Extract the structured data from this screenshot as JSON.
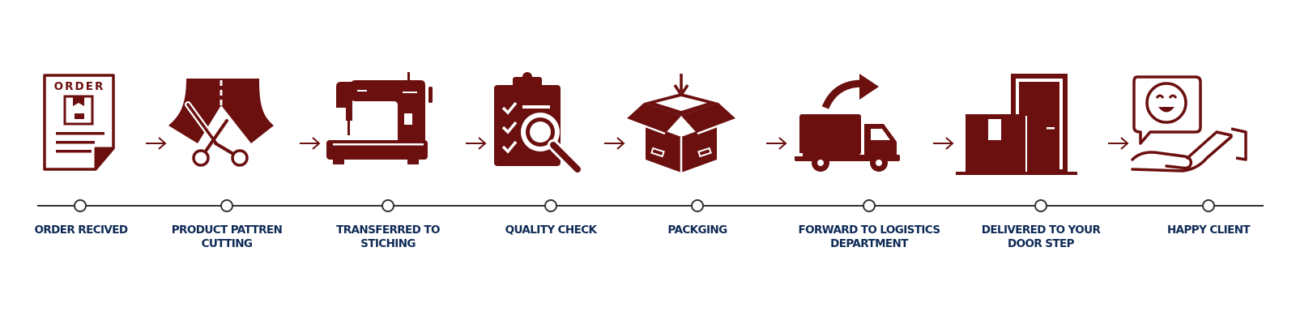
{
  "colors": {
    "icon": "#6b0f0f",
    "label": "#0e2a55",
    "line": "#333333"
  },
  "steps": [
    {
      "label": "ORDER RECIVED",
      "icon": "order-document-icon",
      "icon_text": "ORDER"
    },
    {
      "label": "PRODUCT PATTREN\nCUTTING",
      "icon": "scissors-fabric-icon"
    },
    {
      "label": "TRANSFERRED TO\nSTICHING",
      "icon": "sewing-machine-icon"
    },
    {
      "label": "QUALITY CHECK",
      "icon": "clipboard-magnifier-icon"
    },
    {
      "label": "PACKGING",
      "icon": "open-box-icon"
    },
    {
      "label": "FORWARD TO  LOGISTICS\nDEPARTMENT",
      "icon": "delivery-truck-icon"
    },
    {
      "label": "DELIVERED TO YOUR\nDOOR STEP",
      "icon": "box-door-icon"
    },
    {
      "label": "HAPPY CLIENT",
      "icon": "happy-hand-icon"
    }
  ]
}
